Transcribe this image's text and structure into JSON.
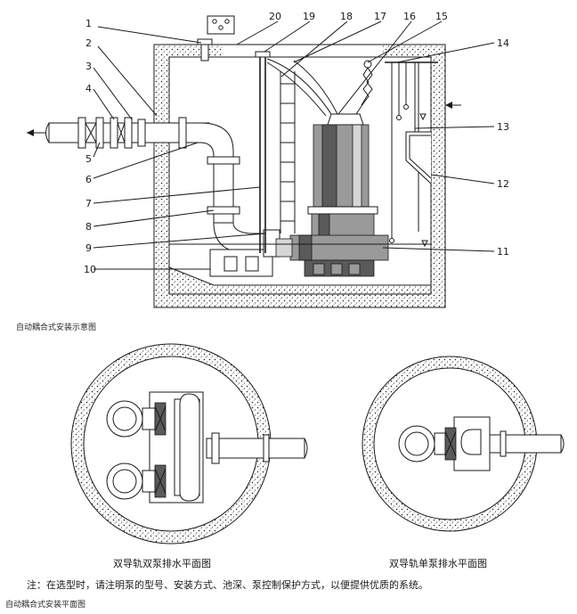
{
  "callouts": {
    "c1": "1",
    "c2": "2",
    "c3": "3",
    "c4": "4",
    "c5": "5",
    "c6": "6",
    "c7": "7",
    "c8": "8",
    "c9": "9",
    "c10": "10",
    "c11": "11",
    "c12": "12",
    "c13": "13",
    "c14": "14",
    "c15": "15",
    "c16": "16",
    "c17": "17",
    "c18": "18",
    "c19": "19",
    "c20": "20"
  },
  "captions": {
    "section_view": "自动耦合式安装示意图",
    "double_pump_plan": "双导轨双泵排水平面图",
    "single_pump_plan": "双导轨单泵排水平面图",
    "note": "注：在选型时，请注明泵的型号、安装方式、池深、泵控制保护方式，以便提供优质的系统。",
    "plan_view": "自动耦合式安装平面图"
  }
}
